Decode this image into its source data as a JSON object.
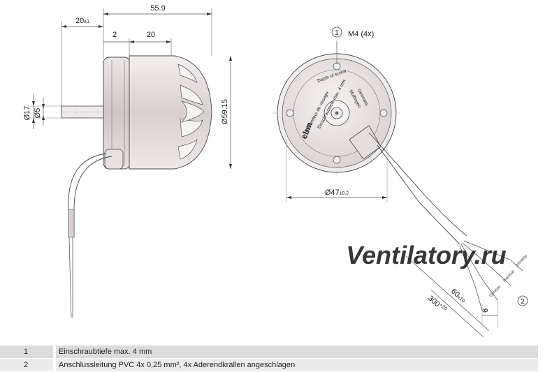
{
  "dimensions": {
    "overall_length": "55.9",
    "shaft_length": "20",
    "shaft_length_tol": "±1",
    "flange_offset": "2",
    "housing_length": "20",
    "dia_17": "Ø17",
    "dia_5": "Ø5",
    "dia_housing": "Ø59.15",
    "dia_47": "Ø47",
    "dia_47_tol": "±0.2",
    "screw_thread": "M4 (4x)",
    "cable_300": "300",
    "cable_300_tol": "+20",
    "cable_60": "60",
    "cable_60_tol": "±10",
    "cable_6": "6"
  },
  "callouts": {
    "c1": "1",
    "c2": "2"
  },
  "plate_text": {
    "line1": "Profondeur de vissage",
    "line2": "Depth of screw",
    "line3": "Einschraubtiefe max. 4 mm",
    "maker": "Mulfingen",
    "country": "Germany",
    "logo": "ebm"
  },
  "watermark": "Ventilatory.ru",
  "wire_labels": [
    "200/4000",
    "200/4000",
    "200/4000"
  ],
  "notes": [
    {
      "num": "1",
      "text": "Einschraubtiefe max. 4 mm"
    },
    {
      "num": "2",
      "text": "Anschlussleitung PVC 4x 0,25 mm², 4x Aderendkrallen angeschlagen"
    }
  ],
  "colors": {
    "line": "#333333",
    "dim": "#555555",
    "shade": "#e0d8d8"
  }
}
